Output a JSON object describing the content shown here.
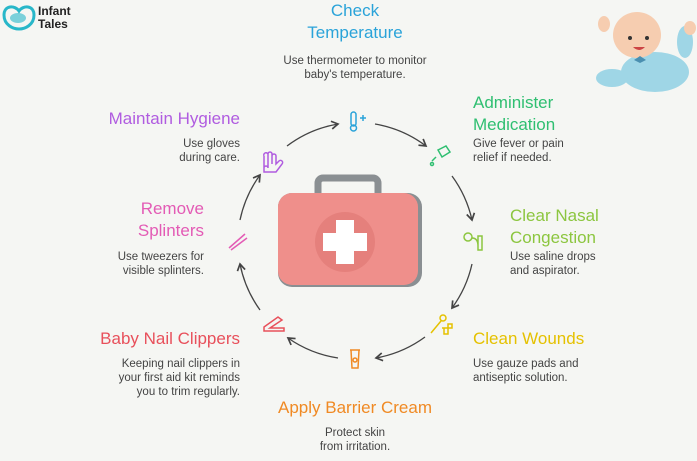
{
  "logo": {
    "line1": "Infant",
    "line2": "Tales"
  },
  "steps": [
    {
      "title_1": "Check",
      "title_2": "Temperature",
      "desc_1": "Use thermometer to monitor",
      "desc_2": "baby's temperature.",
      "color": "#2aa3d9",
      "icon": "thermometer-icon"
    },
    {
      "title_1": "Administer",
      "title_2": "Medication",
      "desc_1": "Give fever or pain",
      "desc_2": "relief if needed.",
      "color": "#2fbf71",
      "icon": "dropper-icon"
    },
    {
      "title_1": "Clear Nasal",
      "title_2": "Congestion",
      "desc_1": "Use saline drops",
      "desc_2": "and aspirator.",
      "color": "#8cc63f",
      "icon": "nasal-aspirator-icon"
    },
    {
      "title_1": "Clean Wounds",
      "desc_1": "Use gauze pads and",
      "desc_2": "antiseptic solution.",
      "color": "#e5c100",
      "icon": "wound-care-icon"
    },
    {
      "title_1": "Apply Barrier Cream",
      "desc_1": "Protect skin",
      "desc_2": "from irritation.",
      "color": "#f08a24",
      "icon": "cream-tube-icon"
    },
    {
      "title_1": "Baby Nail Clippers",
      "desc_1": "Keeping nail clippers in",
      "desc_2": "your first aid kit reminds",
      "desc_3": "you to trim regularly.",
      "color": "#e8505b",
      "icon": "nail-clipper-icon"
    },
    {
      "title_1": "Remove",
      "title_2": "Splinters",
      "desc_1": "Use tweezers for",
      "desc_2": "visible splinters.",
      "color": "#e35bb5",
      "icon": "tweezers-icon"
    },
    {
      "title_1": "Maintain Hygiene",
      "desc_1": "Use gloves",
      "desc_2": "during care.",
      "color": "#b05ce0",
      "icon": "glove-icon"
    }
  ]
}
